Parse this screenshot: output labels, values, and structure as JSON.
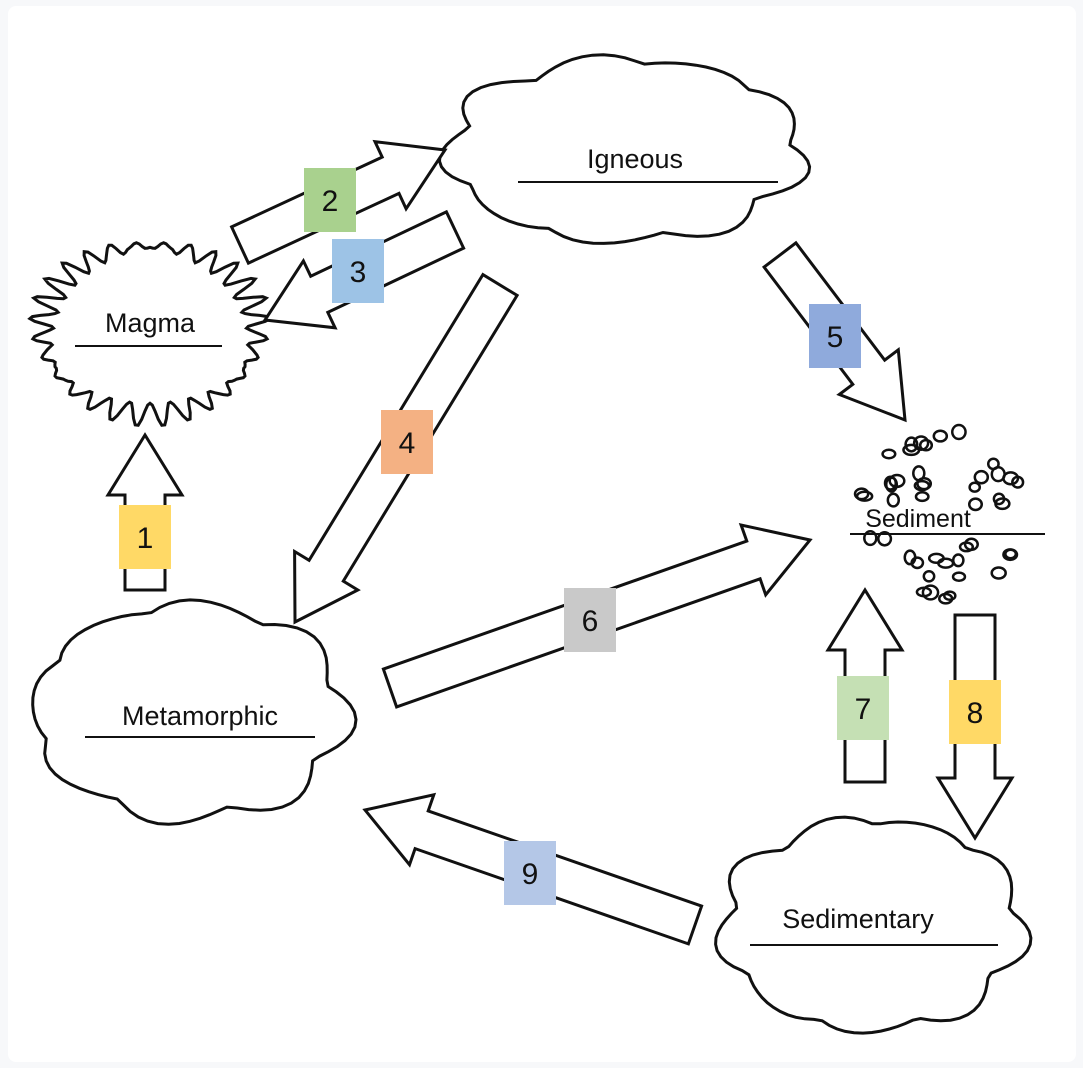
{
  "nodes": {
    "igneous": "Igneous",
    "magma": "Magma",
    "sediment": "Sediment",
    "metamorphic": "Metamorphic",
    "sedimentary": "Sedimentary"
  },
  "arrows": [
    {
      "label": "1",
      "from": "Metamorphic",
      "to": "Magma",
      "color": "#FFD966"
    },
    {
      "label": "2",
      "from": "Magma",
      "to": "Igneous",
      "color": "#A9D18E"
    },
    {
      "label": "3",
      "from": "Igneous",
      "to": "Magma",
      "color": "#9DC3E6"
    },
    {
      "label": "4",
      "from": "Igneous",
      "to": "Metamorphic",
      "color": "#F4B183"
    },
    {
      "label": "5",
      "from": "Igneous",
      "to": "Sediment",
      "color": "#8FAADC"
    },
    {
      "label": "6",
      "from": "Metamorphic",
      "to": "Sediment",
      "color": "#C9C9C9"
    },
    {
      "label": "7",
      "from": "Sedimentary",
      "to": "Sediment",
      "color": "#C5E0B4"
    },
    {
      "label": "8",
      "from": "Sediment",
      "to": "Sedimentary",
      "color": "#FFD966"
    },
    {
      "label": "9",
      "from": "Sedimentary",
      "to": "Metamorphic",
      "color": "#B4C7E7"
    }
  ]
}
